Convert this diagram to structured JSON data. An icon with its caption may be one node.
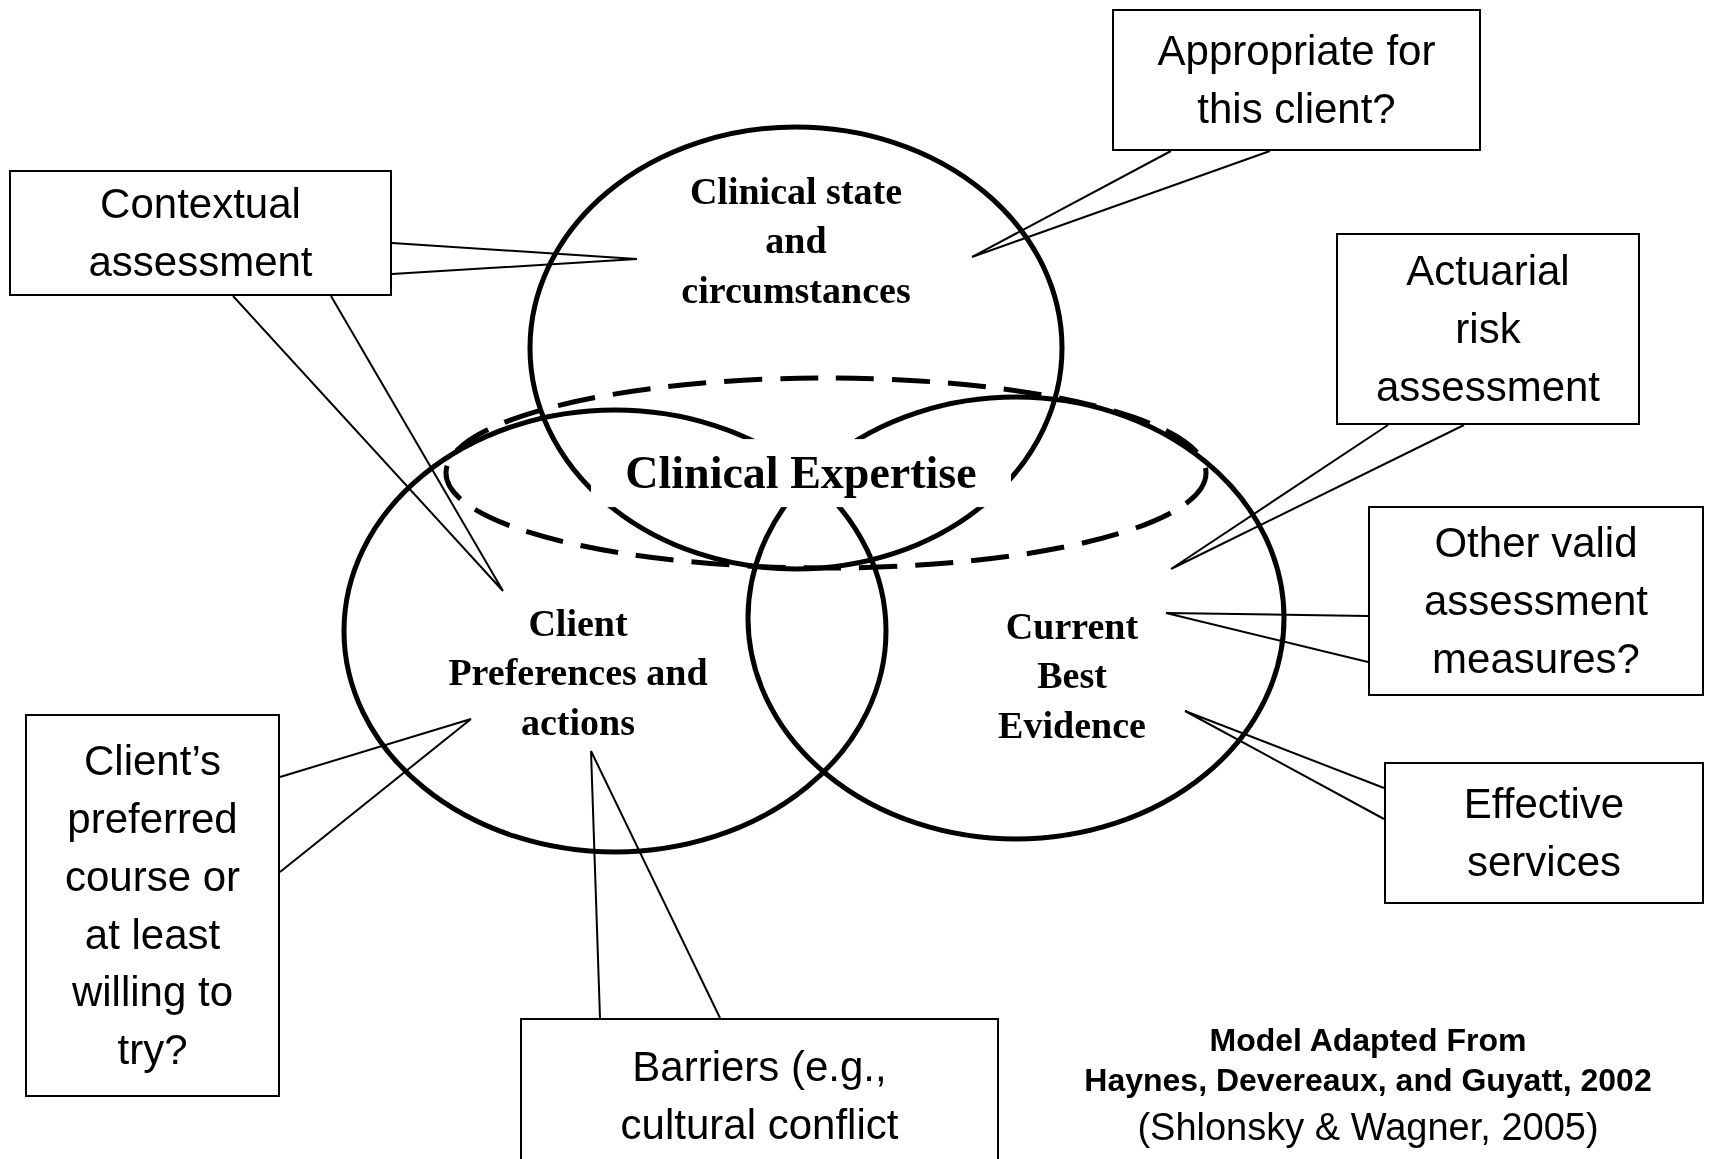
{
  "diagram": {
    "nodes": [
      {
        "text": [
          "Clinical state and circumstances"
        ]
      },
      {
        "text": [
          "Clinical Expertise"
        ]
      },
      {
        "text": [
          "Client Preferences and actions"
        ]
      },
      {
        "text": [
          "Current Best Evidence"
        ]
      },
      {
        "text": [
          "Appropriate for this client?"
        ]
      },
      {
        "text": [
          "Contextual assessment"
        ]
      },
      {
        "text": [
          "Actuarial risk assessment"
        ]
      },
      {
        "text": [
          "Other valid assessment measures?"
        ]
      },
      {
        "text": [
          "Effective services"
        ]
      },
      {
        "text": [
          "Client’s preferred course or at least willing to try?"
        ]
      },
      {
        "text": [
          "Barriers (e.g., cultural conflict"
        ]
      }
    ],
    "edges": [
      {
        "from": 5,
        "to": 0,
        "arrow": "none"
      },
      {
        "from": 5,
        "to": 2,
        "arrow": "none"
      },
      {
        "from": 4,
        "to": 0,
        "arrow": "none"
      },
      {
        "from": 6,
        "to": 3,
        "arrow": "none"
      },
      {
        "from": 7,
        "to": 3,
        "arrow": "none"
      },
      {
        "from": 8,
        "to": 3,
        "arrow": "none"
      },
      {
        "from": 9,
        "to": 2,
        "arrow": "none"
      },
      {
        "from": 10,
        "to": 2,
        "arrow": "none"
      }
    ],
    "labels": [
      "Model Adapted From",
      "(Shlonsky & Wagner, 2005)",
      "Haynes, Devereaux, and Guyatt, 2002"
    ]
  }
}
